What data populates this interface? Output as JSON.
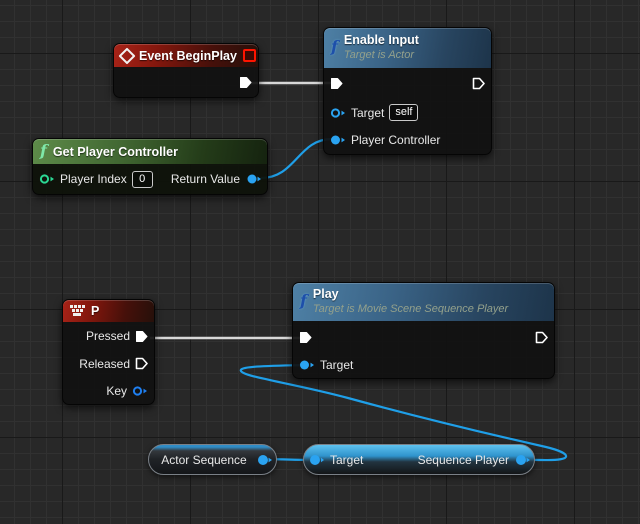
{
  "nodes": {
    "event_begin_play": {
      "title": "Event BeginPlay"
    },
    "enable_input": {
      "title": "Enable Input",
      "subtitle": "Target is Actor",
      "target_label": "Target",
      "target_default": "self",
      "player_controller_label": "Player Controller"
    },
    "get_player_controller": {
      "title": "Get Player Controller",
      "player_index_label": "Player Index",
      "player_index_default": "0",
      "return_value_label": "Return Value"
    },
    "key_event": {
      "title": "P",
      "pressed_label": "Pressed",
      "released_label": "Released",
      "key_label": "Key"
    },
    "play": {
      "title": "Play",
      "subtitle": "Target is Movie Scene Sequence Player",
      "target_label": "Target"
    },
    "actor_sequence": {
      "title": "Actor Sequence"
    },
    "sequence_player": {
      "target_label": "Target",
      "output_label": "Sequence Player"
    }
  },
  "colors": {
    "exec_wire": "#dedede",
    "data_wire": "#1f9fe8",
    "object_pin": "#2aa3f1",
    "int_pin": "#2bd894",
    "event_header": "#a82318",
    "function_header": "#4e80a5",
    "pure_header": "#5d8b49"
  }
}
